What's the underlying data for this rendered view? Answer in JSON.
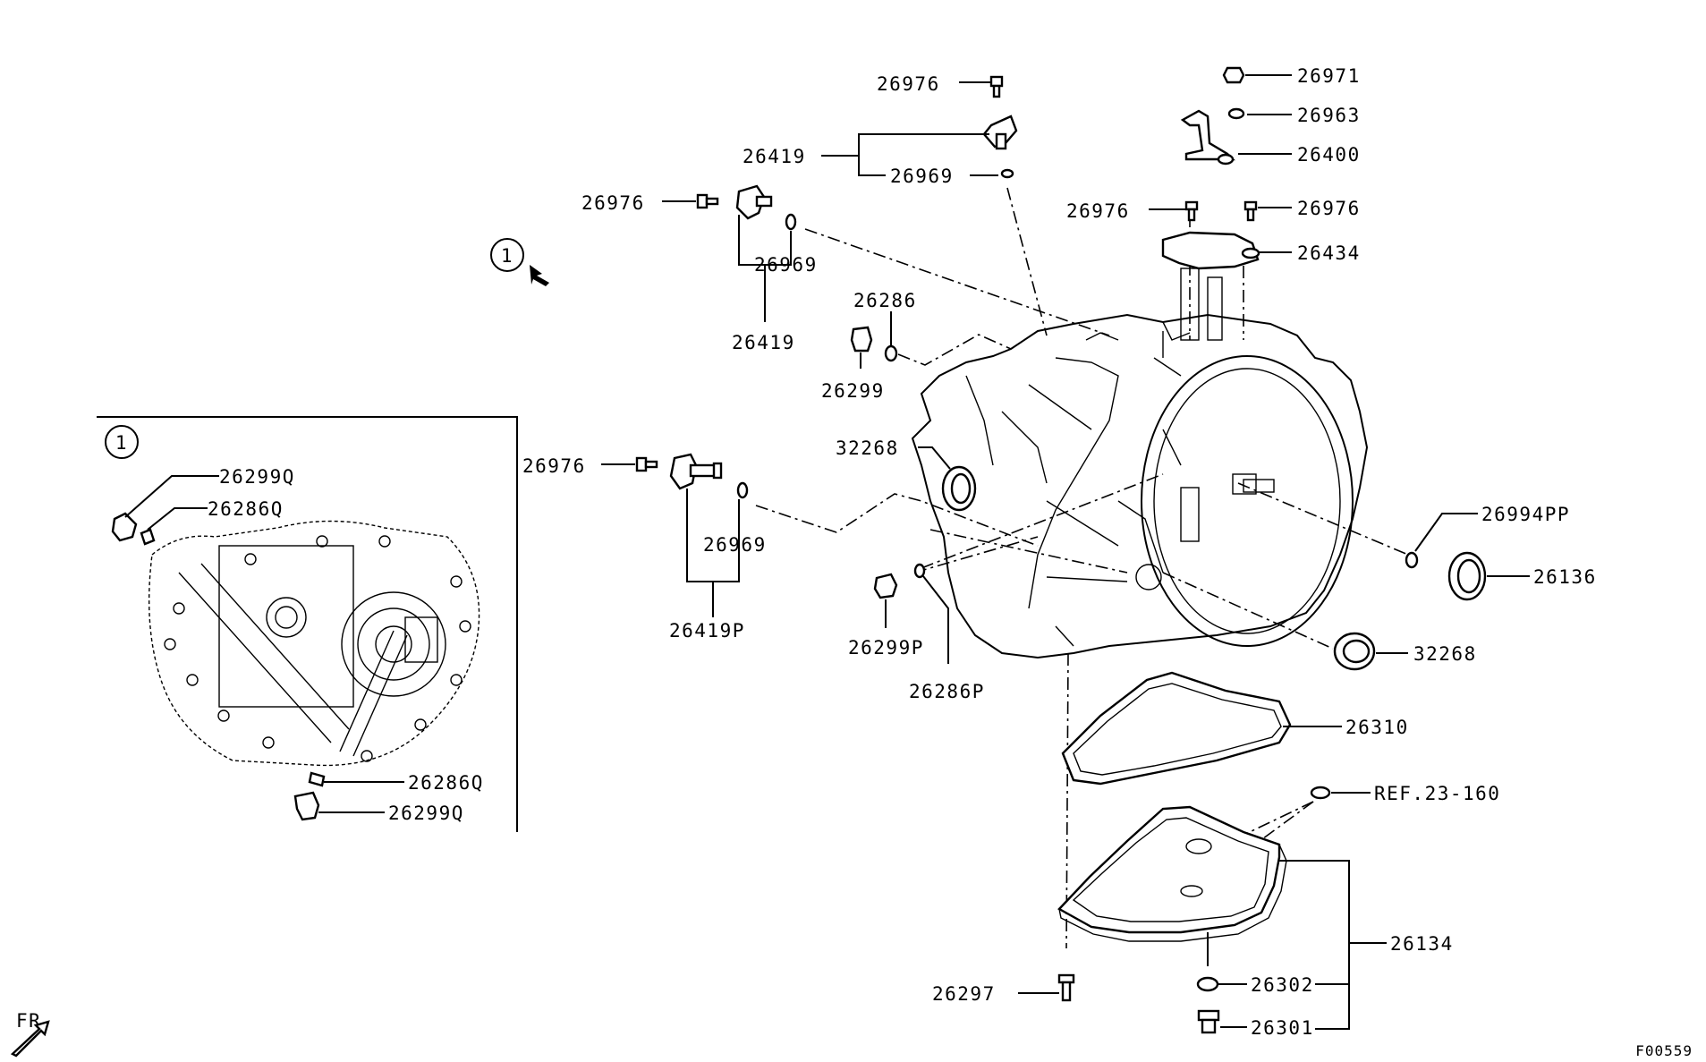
{
  "diagram": {
    "callout_number": "1",
    "figure_id": "F00559",
    "direction_label": "FR",
    "parts": {
      "p26976_top": "26976",
      "p26971": "26971",
      "p26963": "26963",
      "p26400": "26400",
      "p26419_top": "26419",
      "p26969_top": "26969",
      "p26976_left": "26976",
      "p26976_mid": "26976",
      "p26976_right": "26976",
      "p26434": "26434",
      "p26969_mid": "26969",
      "p26419_mid": "26419",
      "p26286": "26286",
      "p26299": "26299",
      "p32268_top": "32268",
      "p26976_low": "26976",
      "p26969_low": "26969",
      "p26419P": "26419P",
      "p26994PP": "26994PP",
      "p26136": "26136",
      "p26299P": "26299P",
      "p26286P": "26286P",
      "p32268_bot": "32268",
      "p26310": "26310",
      "pREF": "REF.23-160",
      "p26134": "26134",
      "p26297": "26297",
      "p26302": "26302",
      "p26301": "26301"
    },
    "inset": {
      "p26299Q_top": "26299Q",
      "p26286Q_top": "26286Q",
      "p26286Q_bot": "26286Q",
      "p26299Q_bot": "26299Q"
    }
  }
}
